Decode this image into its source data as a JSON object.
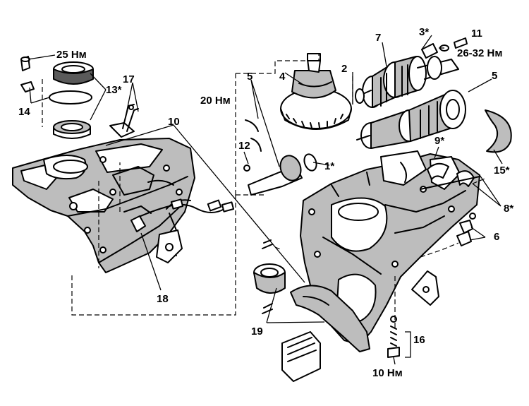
{
  "callouts": {
    "c1": "1*",
    "c2": "2",
    "c3": "3*",
    "c4": "4",
    "c5a": "5",
    "c5b": "5",
    "c6": "6",
    "c7": "7",
    "c8": "8*",
    "c9": "9*",
    "c10a": "10",
    "c10b": "10 Нм",
    "c11": "11",
    "c12": "12",
    "c13": "13*",
    "c14": "14",
    "c15": "15*",
    "c16": "16",
    "c17": "17",
    "c18": "18",
    "c19": "19"
  },
  "torques": {
    "t25": "25 Нм",
    "t20": "20 Нм",
    "t2632": "26-32 Нм"
  }
}
